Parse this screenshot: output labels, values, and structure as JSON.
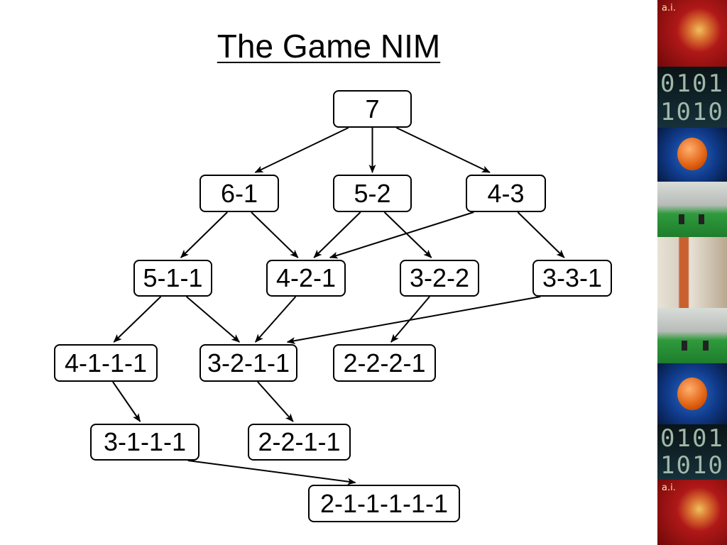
{
  "title": "The Game NIM",
  "nodes": {
    "n7": "7",
    "n61": "6-1",
    "n52": "5-2",
    "n43": "4-3",
    "n511": "5-1-1",
    "n421": "4-2-1",
    "n322": "3-2-2",
    "n331": "3-3-1",
    "n4111": "4-1-1-1",
    "n3211": "3-2-1-1",
    "n2221": "2-2-2-1",
    "n3111": "3-1-1-1",
    "n2211": "2-2-1-1",
    "n211111": "2-1-1-1-1-1"
  },
  "edges": [
    [
      "n7",
      "n61"
    ],
    [
      "n7",
      "n52"
    ],
    [
      "n7",
      "n43"
    ],
    [
      "n61",
      "n511"
    ],
    [
      "n61",
      "n421"
    ],
    [
      "n52",
      "n421"
    ],
    [
      "n52",
      "n322"
    ],
    [
      "n43",
      "n421"
    ],
    [
      "n43",
      "n331"
    ],
    [
      "n511",
      "n4111"
    ],
    [
      "n511",
      "n3211"
    ],
    [
      "n421",
      "n3211"
    ],
    [
      "n322",
      "n2221"
    ],
    [
      "n331",
      "n3211"
    ],
    [
      "n4111",
      "n3111"
    ],
    [
      "n3211",
      "n2211"
    ],
    [
      "n3111",
      "n211111"
    ]
  ],
  "sidebar": {
    "label": "a.i.",
    "digits_a": "0101",
    "digits_b": "1010"
  }
}
